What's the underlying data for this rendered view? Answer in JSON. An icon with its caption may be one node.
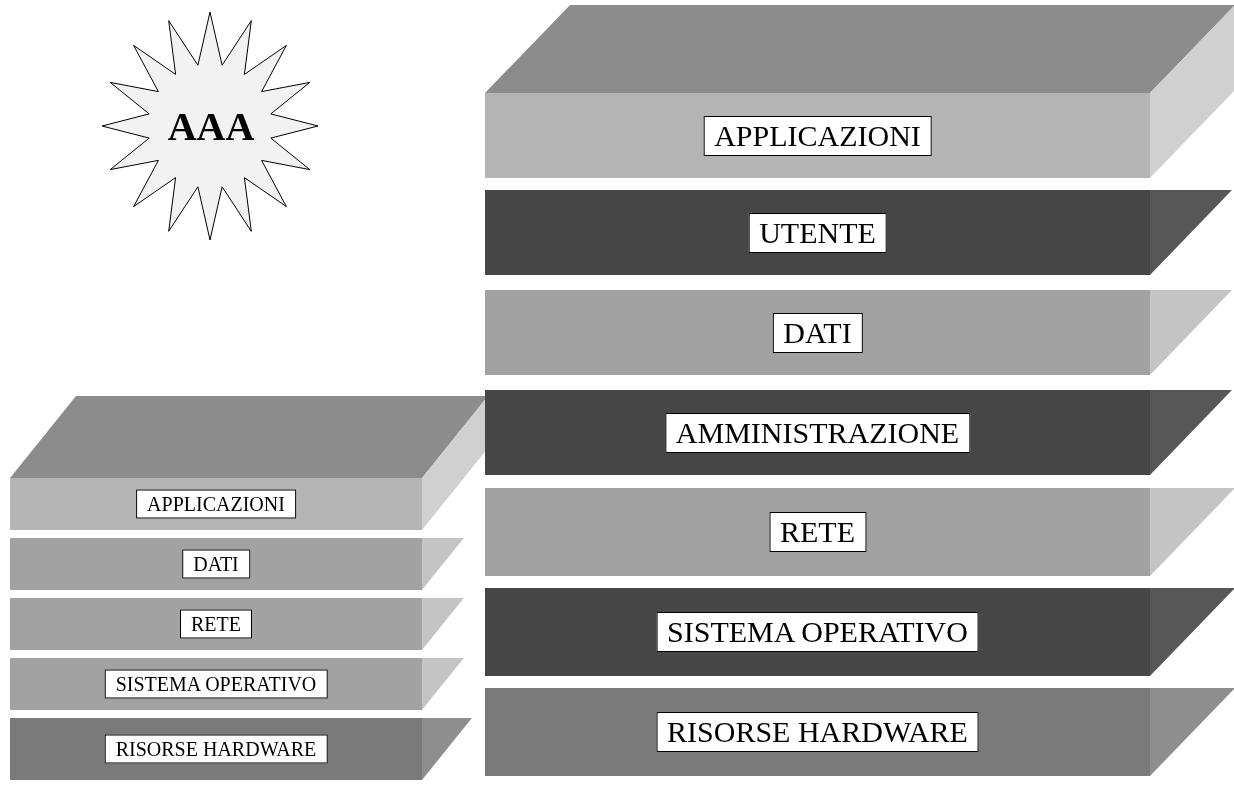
{
  "diagram": {
    "nodes": [
      {
        "text": [
          "AAA"
        ]
      },
      {
        "text": [
          "APPLICAZIONI"
        ]
      },
      {
        "text": [
          "DATI"
        ]
      },
      {
        "text": [
          "RETE"
        ]
      },
      {
        "text": [
          "SISTEMA OPERATIVO"
        ]
      },
      {
        "text": [
          "RISORSE HARDWARE"
        ]
      },
      {
        "text": [
          "APPLICAZIONI"
        ]
      },
      {
        "text": [
          "UTENTE"
        ]
      },
      {
        "text": [
          "DATI"
        ]
      },
      {
        "text": [
          "AMMINISTRAZIONE"
        ]
      },
      {
        "text": [
          "RETE"
        ]
      },
      {
        "text": [
          "SISTEMA OPERATIVO"
        ]
      },
      {
        "text": [
          "RISORSE HARDWARE"
        ]
      }
    ],
    "edges": []
  }
}
